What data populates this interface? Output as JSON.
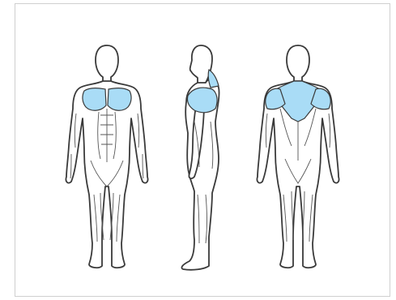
{
  "diagram": {
    "views": [
      "front",
      "side",
      "back"
    ],
    "highlighted_muscle_groups": [
      "chest",
      "shoulders",
      "upper-back-traps"
    ]
  },
  "colors": {
    "highlight": "#a9dcf6",
    "outline": "#3a3a3a",
    "frame_border": "#cfcfcf",
    "background": "#ffffff"
  }
}
